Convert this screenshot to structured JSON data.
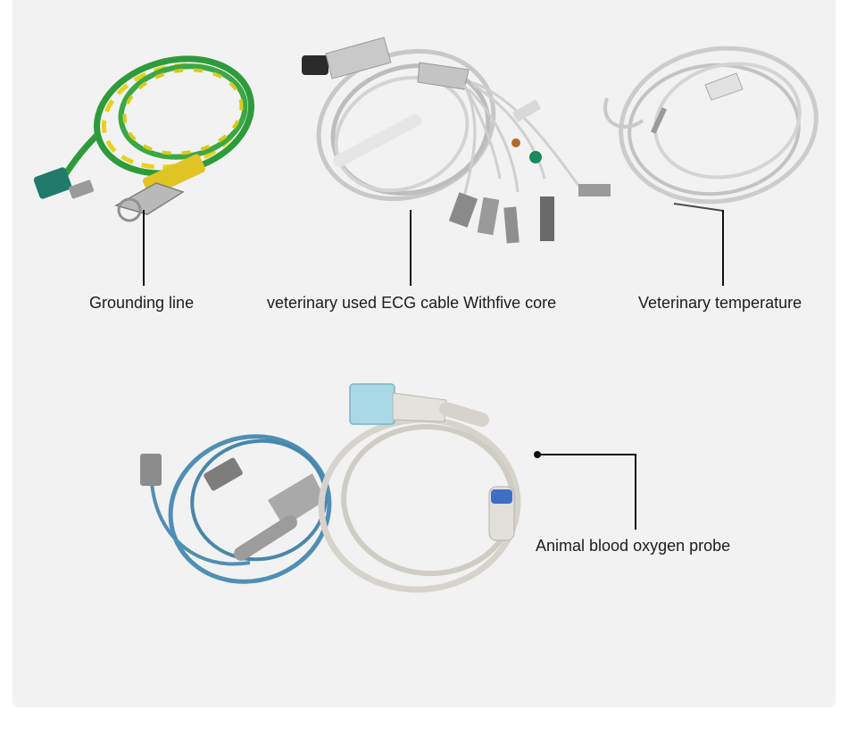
{
  "colors": {
    "panel": "#f2f2f2",
    "grounding_green": "#2e9b3a",
    "grounding_yellow": "#e6d21a",
    "cable_grey": "#cfcfcf",
    "cable_blue": "#4f8fb5",
    "connector_teal": "#1f7a6a",
    "line": "#111111"
  },
  "products": {
    "grounding": {
      "label": "Grounding line"
    },
    "ecg": {
      "label": "veterinary used ECG cable Withfive core"
    },
    "temperature": {
      "label": "Veterinary temperature"
    },
    "spo2": {
      "label": "Animal blood oxygen probe"
    }
  }
}
